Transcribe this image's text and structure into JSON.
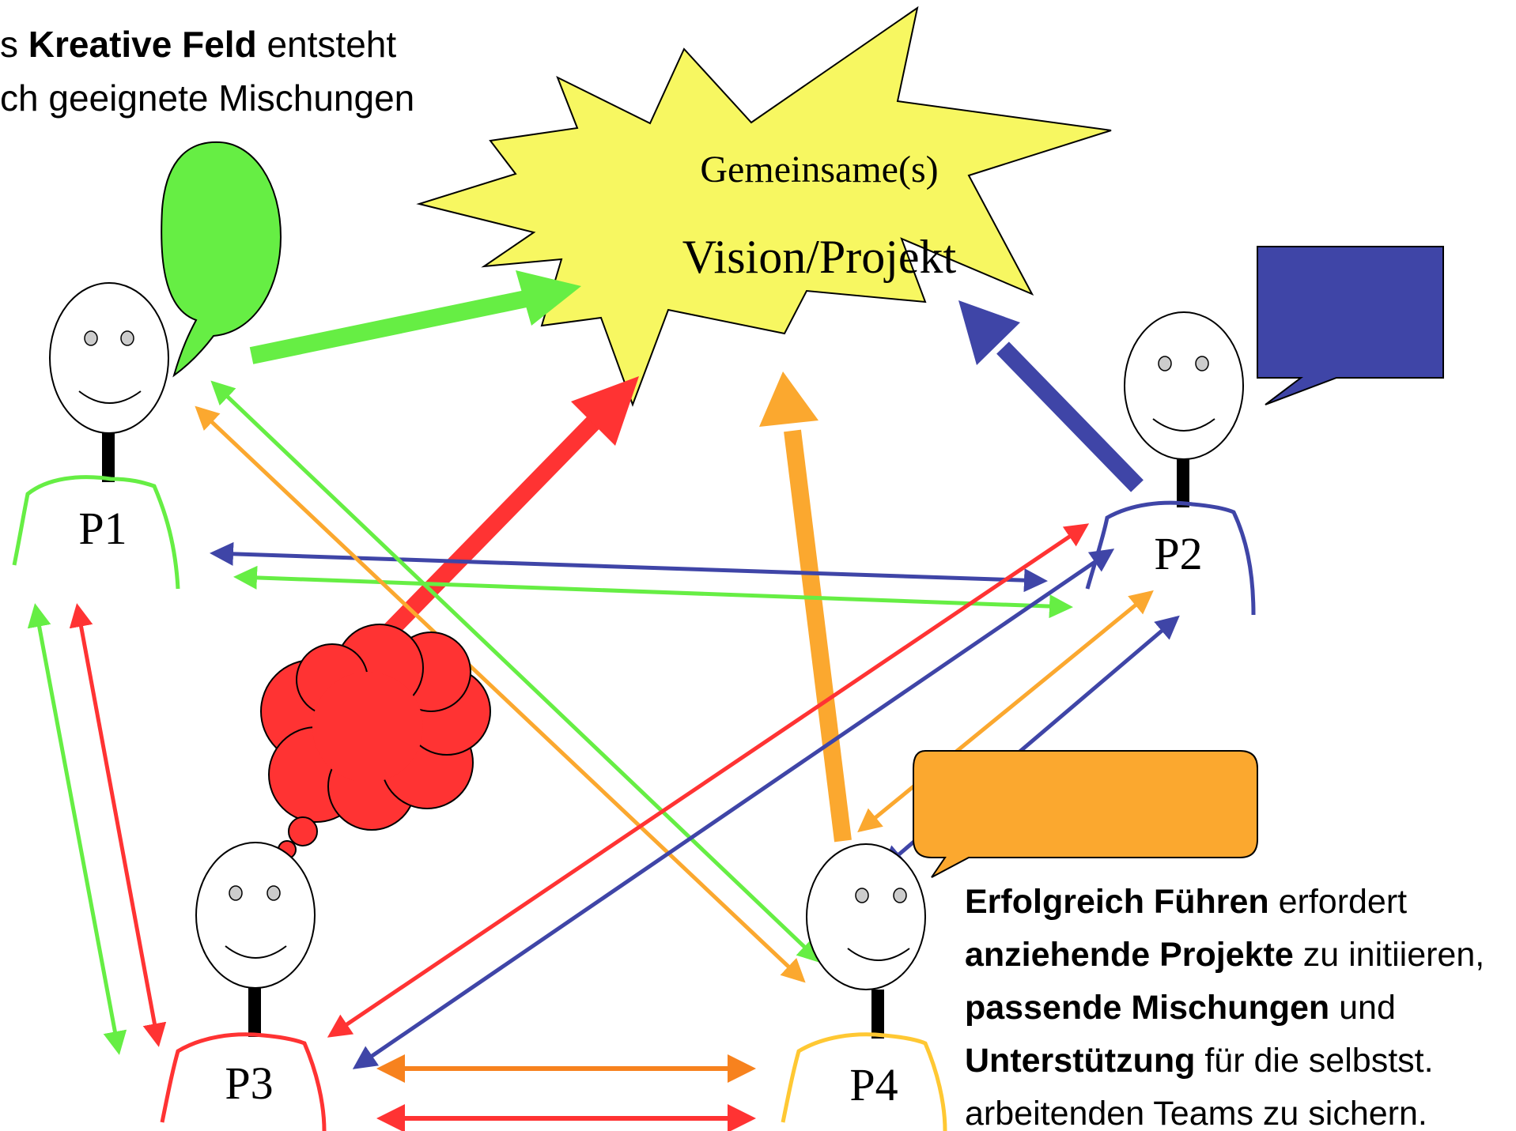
{
  "heading": {
    "line1": {
      "pre": "s ",
      "bold": "Kreative Feld",
      "post": " entsteht"
    },
    "line2": "ch geeignete Mischungen"
  },
  "vision": {
    "line1": "Gemeinsame(s)",
    "line2": "Vision/Projekt",
    "fill_color": "#f7f761"
  },
  "persons": {
    "p1": {
      "label": "P1",
      "color": "#66ee44"
    },
    "p2": {
      "label": "P2",
      "color": "#3f45a7"
    },
    "p3": {
      "label": "P3",
      "color": "#ff3333"
    },
    "p4": {
      "label": "P4",
      "color": "#ffc833"
    }
  },
  "bubbles": {
    "p1": {
      "shape": "oval-speech-bubble",
      "color": "#66ee44"
    },
    "p2": {
      "shape": "rectangular-speech-bubble",
      "color": "#3f45a7"
    },
    "p3": {
      "shape": "thought-cloud",
      "color": "#ff3333"
    },
    "p4": {
      "shape": "rounded-speech-bubble",
      "color": "#fba82f"
    }
  },
  "arrow_colors": {
    "green": "#66ee44",
    "blue": "#3f45a7",
    "red": "#ff3333",
    "orange": "#fba82f",
    "orange_dark": "#f7821e"
  },
  "note": {
    "l1": {
      "bold": "Erfolgreich Führen",
      "rest": " erfordert"
    },
    "l2": {
      "bold": "anziehende Projekte",
      "rest": " zu initiieren,"
    },
    "l3": {
      "bold": "passende Mischungen",
      "rest": " und"
    },
    "l4": {
      "bold": "Unterstützung",
      "rest": " für die selbstst."
    },
    "l5": "arbeitenden Teams zu sichern."
  }
}
